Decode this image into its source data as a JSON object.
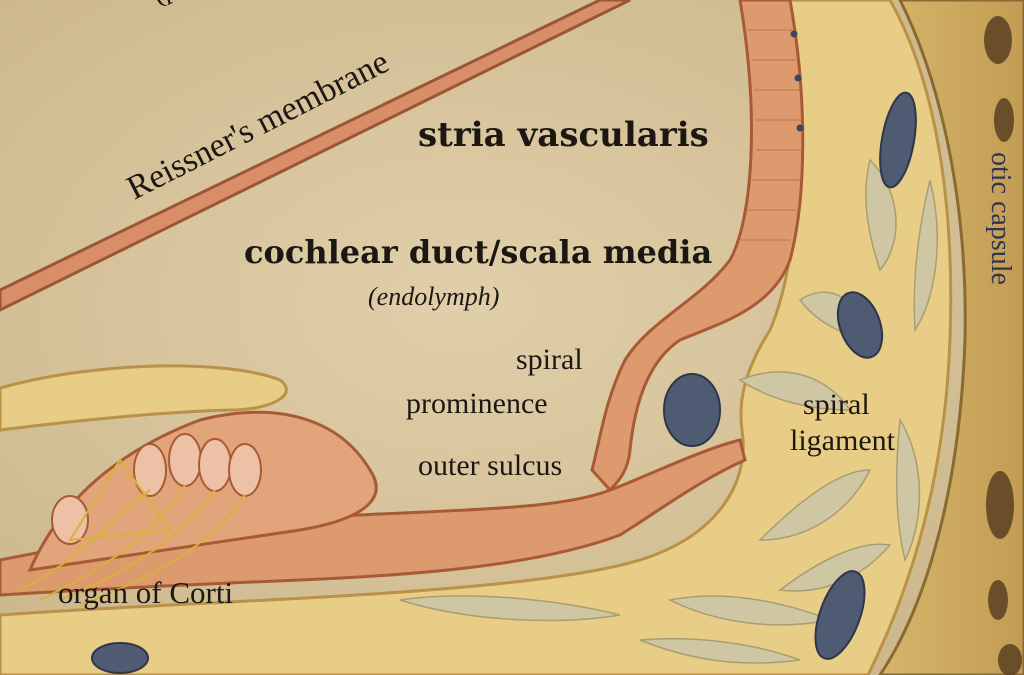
{
  "figure": {
    "labels": {
      "scala_vestibuli_partial": "(perilymph)",
      "reissner": "Reissner's membrane",
      "stria": "stria vascularis",
      "duct": "cochlear duct/scala media",
      "endolymph": "(endolymph)",
      "prominence_line1": "spiral",
      "prominence_line2": "prominence",
      "sulcus": "outer sulcus",
      "ligament_line1": "spiral",
      "ligament_line2": "ligament",
      "corti": "organ of Corti",
      "otic": "otic capsule"
    },
    "colors": {
      "background": "#d8c69f",
      "membrane": "#d98e68",
      "ligament": "#e9cf8a",
      "capsule": "#c9a860",
      "vessel": "#4f5a73"
    }
  }
}
